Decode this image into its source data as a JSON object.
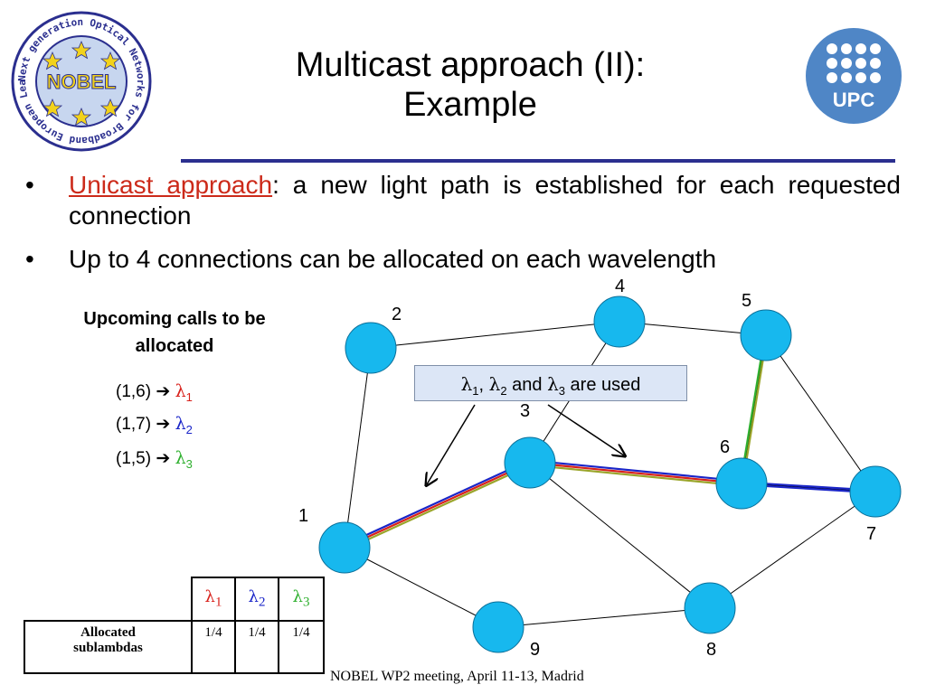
{
  "slide": {
    "title_line1": "Multicast approach (II):",
    "title_line2": "Example",
    "footer": "NOBEL WP2 meeting, April 11-13, Madrid"
  },
  "logos": {
    "left_ring_text": "Next generation Optical Networks for Broadband European Leadership",
    "left_center_text": "NOBEL",
    "right_text": "UPC"
  },
  "bullets": [
    {
      "mark": "•",
      "highlight": "Unicast approach",
      "rest": ": a new light path is established for each requested connection"
    },
    {
      "mark": "•",
      "text": "Up to 4 connections can be allocated on each wavelength"
    }
  ],
  "calls": {
    "title": "Upcoming calls to be allocated",
    "items": [
      {
        "pair": "(1,6)",
        "arrow": "➔",
        "lambda": "λ",
        "sub": "1"
      },
      {
        "pair": "(1,7)",
        "arrow": "➔",
        "lambda": "λ",
        "sub": "2"
      },
      {
        "pair": "(1,5)",
        "arrow": "➔",
        "lambda": "λ",
        "sub": "3"
      }
    ]
  },
  "colors": {
    "lambda1": "#d8211b",
    "lambda2": "#1a25c8",
    "lambda3": "#2fb02f",
    "node": "#17b8ee",
    "path_green": "#9aa52a",
    "title_rule": "#2b2f8f",
    "note_bg": "#dce6f6"
  },
  "network": {
    "nodes": [
      {
        "id": "1",
        "label": "1"
      },
      {
        "id": "2",
        "label": "2"
      },
      {
        "id": "3",
        "label": "3"
      },
      {
        "id": "4",
        "label": "4"
      },
      {
        "id": "5",
        "label": "5"
      },
      {
        "id": "6",
        "label": "6"
      },
      {
        "id": "7",
        "label": "7"
      },
      {
        "id": "8",
        "label": "8"
      },
      {
        "id": "9",
        "label": "9"
      }
    ],
    "links": [
      [
        "1",
        "2"
      ],
      [
        "2",
        "4"
      ],
      [
        "4",
        "5"
      ],
      [
        "4",
        "3"
      ],
      [
        "1",
        "3"
      ],
      [
        "3",
        "6"
      ],
      [
        "5",
        "6"
      ],
      [
        "5",
        "7"
      ],
      [
        "6",
        "7"
      ],
      [
        "3",
        "8"
      ],
      [
        "8",
        "7"
      ],
      [
        "1",
        "9"
      ],
      [
        "9",
        "8"
      ]
    ],
    "note": {
      "lambda": "λ",
      "s1": "1",
      "s2": "2",
      "s3": "3",
      "sep": ", ",
      "and": " and ",
      "tail": " are used"
    }
  },
  "table": {
    "headers": [
      {
        "lambda": "λ",
        "sub": "1"
      },
      {
        "lambda": "λ",
        "sub": "2"
      },
      {
        "lambda": "λ",
        "sub": "3"
      }
    ],
    "row_label_line1": "Allocated",
    "row_label_line2": "sublambdas",
    "values": [
      "1/4",
      "1/4",
      "1/4"
    ]
  }
}
